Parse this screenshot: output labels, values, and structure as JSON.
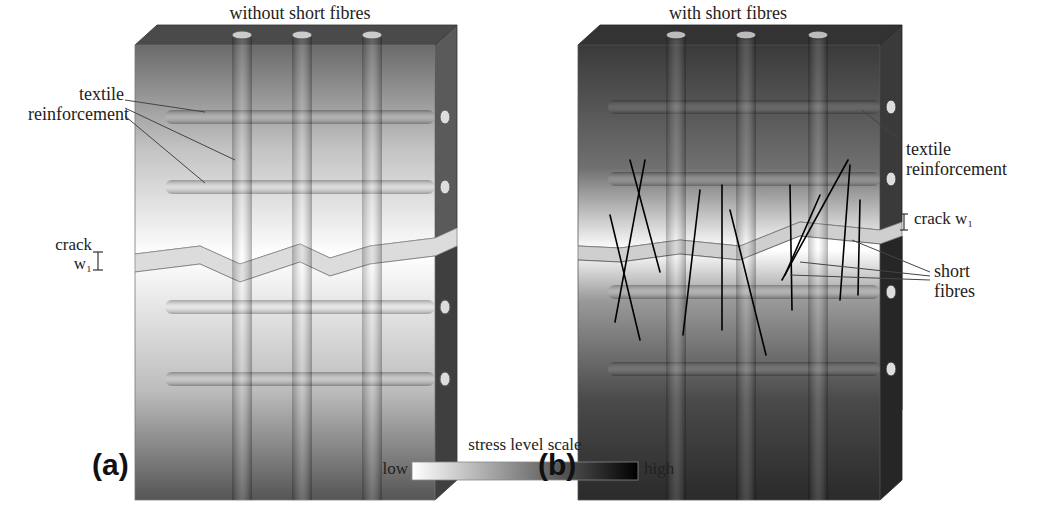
{
  "diagram": {
    "labels": [
      "without short fibres",
      "with short fibres",
      "textile reinforcement",
      "crack w₁",
      "(a)",
      "textile reinforcement",
      "crack w₁",
      "short fibres",
      "(b)",
      "stress level scale",
      "low",
      "high"
    ]
  }
}
